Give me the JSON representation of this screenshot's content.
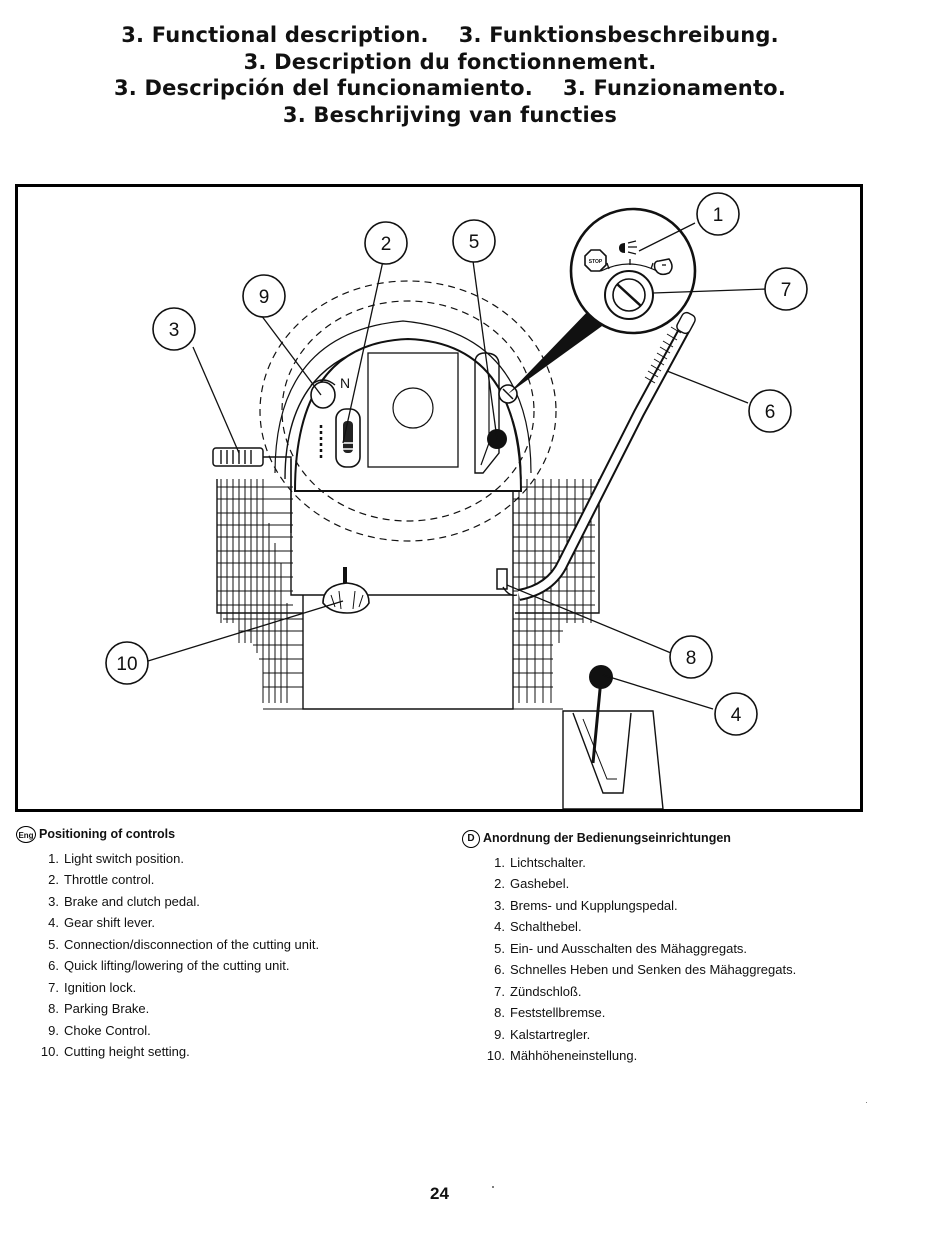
{
  "titles": [
    "3. Functional description.    3. Funktionsbeschreibung.",
    "3. Description du fonctionnement.",
    "3. Descripción del funcionamiento.    3. Funzionamento.",
    "3. Beschrijving van functies"
  ],
  "figure": {
    "callouts": {
      "c1": "1",
      "c2": "2",
      "c3": "3",
      "c4": "4",
      "c5": "5",
      "c6": "6",
      "c7": "7",
      "c8": "8",
      "c9": "9",
      "c10": "10"
    },
    "choke_label": "N",
    "stop_label": "STOP"
  },
  "legend_en": {
    "badge": "Eng",
    "heading": "Positioning of controls",
    "items": [
      {
        "num": "1.",
        "text": "Light switch position."
      },
      {
        "num": "2.",
        "text": "Throttle control."
      },
      {
        "num": "3.",
        "text": "Brake and clutch pedal."
      },
      {
        "num": "4.",
        "text": "Gear shift lever."
      },
      {
        "num": "5.",
        "text": "Connection/disconnection of the cutting unit."
      },
      {
        "num": "6.",
        "text": "Quick lifting/lowering of the cutting unit."
      },
      {
        "num": "7.",
        "text": "Ignition lock."
      },
      {
        "num": "8.",
        "text": "Parking Brake."
      },
      {
        "num": "9.",
        "text": "Choke Control."
      },
      {
        "num": "10.",
        "text": "Cutting height setting."
      }
    ]
  },
  "legend_de": {
    "badge": "D",
    "heading": "Anordnung der Bedienungseinrichtungen",
    "items": [
      {
        "num": "1.",
        "text": "Lichtschalter."
      },
      {
        "num": "2.",
        "text": "Gashebel."
      },
      {
        "num": "3.",
        "text": "Brems- und Kupplungspedal."
      },
      {
        "num": "4.",
        "text": "Schalthebel."
      },
      {
        "num": "5.",
        "text": "Ein- und Ausschalten des Mähaggregats."
      },
      {
        "num": "6.",
        "text": "Schnelles Heben und Senken des Mähaggregats."
      },
      {
        "num": "7.",
        "text": "Zündschloß."
      },
      {
        "num": "8.",
        "text": "Feststellbremse."
      },
      {
        "num": "9.",
        "text": "Kalstartregler."
      },
      {
        "num": "10.",
        "text": "Mähhöheneinstellung."
      }
    ]
  },
  "page_number": "24"
}
